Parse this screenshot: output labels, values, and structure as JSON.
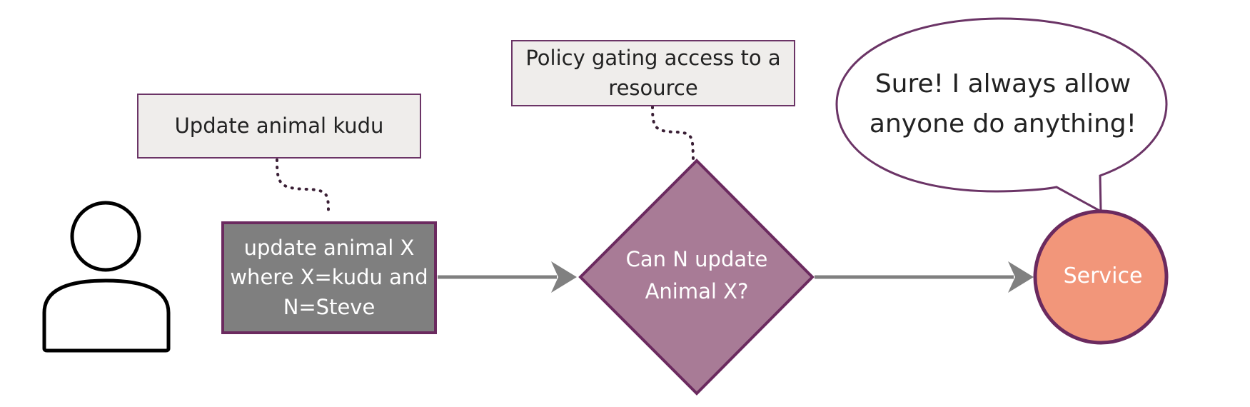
{
  "diagram": {
    "user_icon": "user-icon",
    "request_note": "Update animal kudu",
    "request_box": "update animal X where X=kudu and N=Steve",
    "policy_note": "Policy gating access to a resource",
    "decision": "Can N update Animal X?",
    "service": "Service",
    "speech_bubble": "Sure! I always allow anyone do anything!",
    "colors": {
      "outline": "#6b2a5f",
      "request_fill": "#7f7f7f",
      "decision_fill": "#a87b96",
      "service_fill": "#f2967a",
      "note_fill": "#efedeb",
      "arrow": "#808080"
    }
  }
}
